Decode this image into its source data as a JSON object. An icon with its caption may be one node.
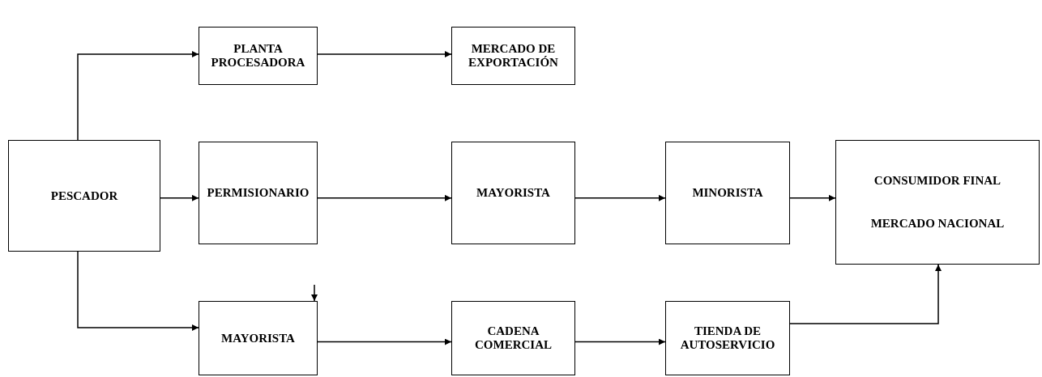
{
  "diagram": {
    "nodes": [
      {
        "text": [
          "PESCADOR"
        ]
      },
      {
        "text": [
          "PLANTA PROCESADORA"
        ]
      },
      {
        "text": [
          "MERCADO DE EXPORTACIÓN"
        ]
      },
      {
        "text": [
          "PERMISIONARIO"
        ]
      },
      {
        "text": [
          "MAYORISTA"
        ]
      },
      {
        "text": [
          "MINORISTA"
        ]
      },
      {
        "text": [
          "CONSUMIDOR FINAL",
          "MERCADO NACIONAL"
        ]
      },
      {
        "text": [
          "MAYORISTA"
        ]
      },
      {
        "text": [
          "CADENA COMERCIAL"
        ]
      },
      {
        "text": [
          "TIENDA DE AUTOSERVICIO"
        ]
      }
    ],
    "edges": [
      {
        "from": 0,
        "to": 1,
        "arrow": "to"
      },
      {
        "from": 1,
        "to": 2,
        "arrow": "to"
      },
      {
        "from": 0,
        "to": 3,
        "arrow": "to"
      },
      {
        "from": 3,
        "to": 4,
        "arrow": "to"
      },
      {
        "from": 4,
        "to": 5,
        "arrow": "to"
      },
      {
        "from": 5,
        "to": 6,
        "arrow": "to"
      },
      {
        "from": 0,
        "to": 7,
        "arrow": "to"
      },
      {
        "from": null,
        "to": 7,
        "arrow": "to"
      },
      {
        "from": 7,
        "to": 8,
        "arrow": "to"
      },
      {
        "from": 8,
        "to": 9,
        "arrow": "to"
      },
      {
        "from": 9,
        "to": 6,
        "arrow": "to"
      }
    ]
  }
}
